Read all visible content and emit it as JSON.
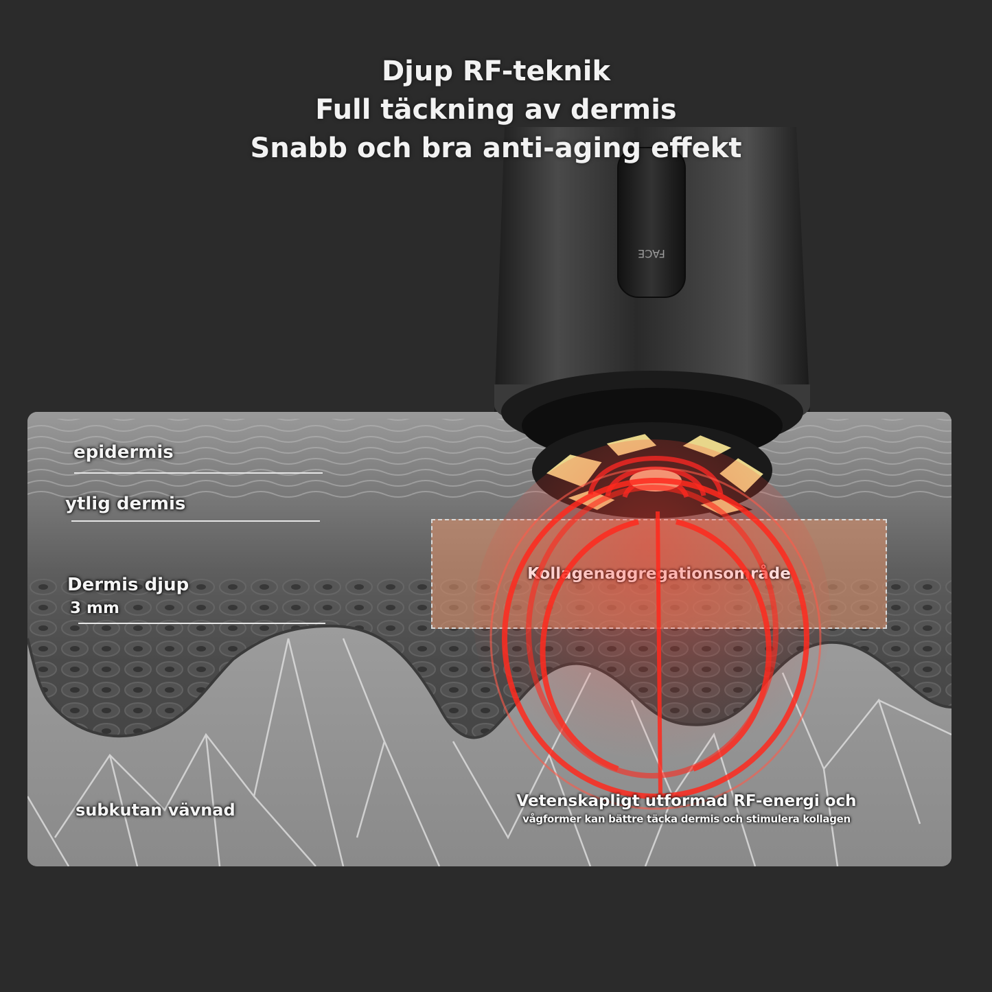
{
  "headline": {
    "line1": "Djup RF-teknik",
    "line2": "Full täckning av dermis",
    "line3": "Snabb och bra anti-aging effekt"
  },
  "device": {
    "button_label": "FACE"
  },
  "layers": {
    "epidermis": "epidermis",
    "superficial_dermis": "ytlig dermis",
    "deep_dermis": "Dermis djup",
    "deep_dermis_depth": "3 mm",
    "subcutaneous": "subkutan vävnad"
  },
  "collagen_zone": {
    "label": "Kollagenaggregationsområde"
  },
  "note": {
    "line1": "Vetenskapligt utformad RF-energi och",
    "line2": "vågformer kan bättre täcka dermis och stimulera kollagen"
  },
  "colors": {
    "background": "#2b2b2b",
    "rf_red": "#ff2a1e",
    "collagen_fill": "#e6966e",
    "text": "#f2f2f2"
  }
}
